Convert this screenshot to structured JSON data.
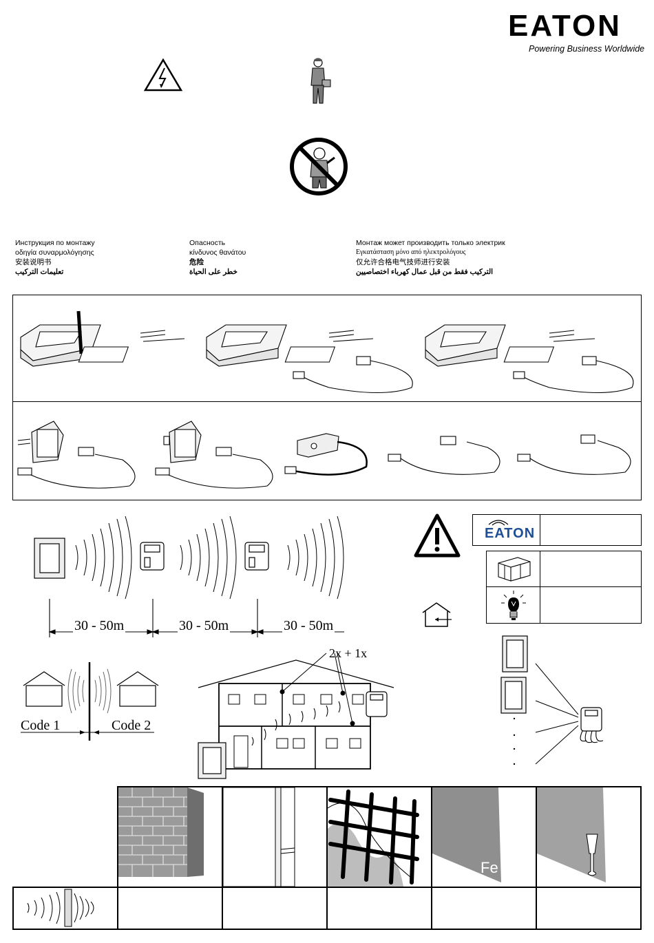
{
  "brand": {
    "logo_text": "EATON",
    "tagline": "Powering Business Worldwide",
    "brand_color": "#1c4f96"
  },
  "icons": [
    "high-voltage-warning-icon",
    "electrician-icon",
    "no-diy-icon",
    "caution-icon",
    "house-indoor-icon",
    "package-icon",
    "light-bulb-icon"
  ],
  "multilingual": {
    "col1": [
      "Инструкция по монтажу",
      "οδηγία συναρμολόγησης",
      "安装说明书",
      "تعليمات التركيب"
    ],
    "col2": [
      "Опасность",
      "κίνδυνος θανάτου",
      "危险",
      "خطر على الحياة"
    ],
    "col3": [
      "Монтаж может производить только электрик",
      "Εγκατάσταση μόνο από ηλεκτρολόγους",
      "仅允许合格电气技师进行安装",
      "التركيب فقط من قبل عمال كهرباء اختصاصيين"
    ]
  },
  "range": {
    "distances": [
      "30 - 50m",
      "30 - 50m",
      "30 - 50m"
    ]
  },
  "codes": {
    "code1": "Code 1",
    "code2": "Code 2"
  },
  "building": {
    "multiplier": "2x + 1x"
  },
  "materials": {
    "metal_label": "Fe",
    "items": [
      "brick-wall",
      "drywall",
      "reinforced-concrete",
      "metal-sheet",
      "glass-panel"
    ]
  }
}
